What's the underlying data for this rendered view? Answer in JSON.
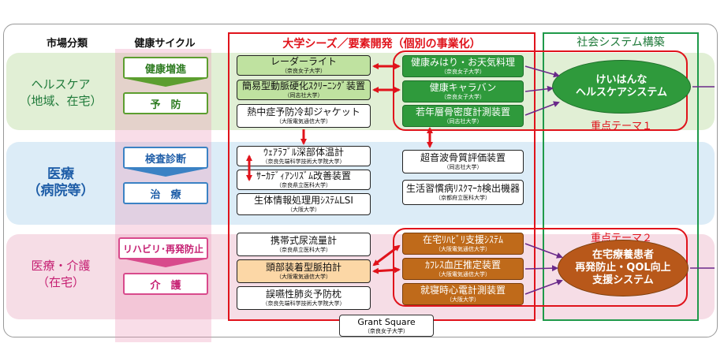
{
  "headers": {
    "market": "市場分類",
    "cycle": "健康サイクル",
    "seeds": "大学シーズ／要素開発（個別の事業化）",
    "social": "社会システム構築"
  },
  "markets": [
    {
      "line1": "ヘルスケア",
      "line2": "（地域、在宅）"
    },
    {
      "line1": "医療",
      "line2": "（病院等）"
    },
    {
      "line1": "医療・介護",
      "line2": "（在宅）"
    }
  ],
  "cycle": [
    "健康増進",
    "予　防",
    "検査診断",
    "治　療",
    "リハビリ･再発防止",
    "介　護"
  ],
  "seeds_left": [
    {
      "title": "レーダーライト",
      "org": "（奈良女子大学）"
    },
    {
      "title": "簡易型動脈硬化ｽｸﾘｰﾆﾝｸﾞ装置",
      "org": "（同志社大学）"
    },
    {
      "title": "熱中症予防冷却ジャケット",
      "org": "（大阪電気通信大学）"
    },
    {
      "title": "ｳｪｱﾗﾌﾞﾙ深部体温計",
      "org": "（奈良先端科学技術大学院大学）"
    },
    {
      "title": "ｻｰｶﾃﾞｨｱﾝﾘｽﾞﾑ改善装置",
      "org": "（奈良県立医科大学）"
    },
    {
      "title": "生体情報処理用ｼｽﾃﾑLSI",
      "org": "（大阪大学）"
    },
    {
      "title": "携帯式尿流量計",
      "org": "（奈良県立医科大学）"
    },
    {
      "title": "頭部装着型脈拍計",
      "org": "（大阪電気通信大学）"
    },
    {
      "title": "誤嚥性肺炎予防枕",
      "org": "（奈良先端科学技術大学院大学）"
    }
  ],
  "seeds_right": [
    {
      "title": "健康みはり・お天気料理",
      "org": "（奈良女子大学）"
    },
    {
      "title": "健康キャラバン",
      "org": "（奈良女子大学）"
    },
    {
      "title": "若年層骨密度計測装置",
      "org": "（同志社大学）"
    },
    {
      "title": "超音波骨質評価装置",
      "org": "（同志社大学）"
    },
    {
      "title": "生活習慣病ﾘｽｸﾏｰｶ検出機器",
      "org": "（京都府立医科大学）"
    },
    {
      "title": "在宅ﾘﾊﾋﾞﾘ支援ｼｽﾃﾑ",
      "org": "（大阪電気通信大学）"
    },
    {
      "title": "ｶﾌﾚｽ血圧推定装置",
      "org": "（大阪電気通信大学）"
    },
    {
      "title": "就寝時心電計測装置",
      "org": "（大阪大学）"
    }
  ],
  "systems": [
    {
      "text": "けいはんな\nヘルスケアシステム",
      "theme": "重点テーマ１"
    },
    {
      "text": "在宅療養患者\n再発防止・QOL向上\n支援システム",
      "theme": "重点テーマ２"
    }
  ],
  "grant": {
    "title": "Grant Square",
    "org": "（奈良女子大学）"
  },
  "colors": {
    "red": "#e0131b",
    "green": "#1f9a4a",
    "purple": "#6a2a8a"
  }
}
